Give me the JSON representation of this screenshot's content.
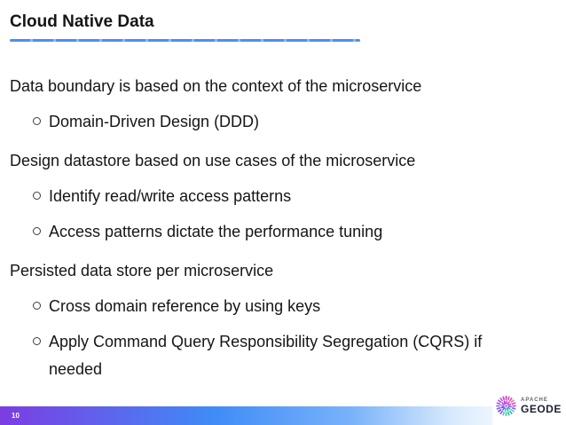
{
  "slide": {
    "title": "Cloud Native Data",
    "page_number": "10",
    "accent_colors": {
      "title_underline": "#4b8ef8",
      "footer_gradient_left": "#7c3de2",
      "footer_gradient_mid": "#3f8cf7",
      "footer_gradient_right": "#ffffff"
    },
    "content": {
      "items": [
        {
          "level": 1,
          "text": "Data boundary is based on the context of the microservice"
        },
        {
          "level": 2,
          "text": "Domain-Driven Design (DDD)"
        },
        {
          "level": 1,
          "text": "Design datastore based on use cases of the microservice"
        },
        {
          "level": 2,
          "text": "Identify read/write access patterns"
        },
        {
          "level": 2,
          "text": "Access patterns dictate the performance tuning"
        },
        {
          "level": 1,
          "text": "Persisted data store per microservice"
        },
        {
          "level": 2,
          "text": "Cross domain reference by using keys"
        },
        {
          "level": 2,
          "text": "Apply Command Query Responsibility Segregation (CQRS) if needed"
        }
      ]
    },
    "logo": {
      "icon": "geode-starburst-icon",
      "brand_top": "APACHE",
      "brand_bottom": "GEODE"
    }
  }
}
